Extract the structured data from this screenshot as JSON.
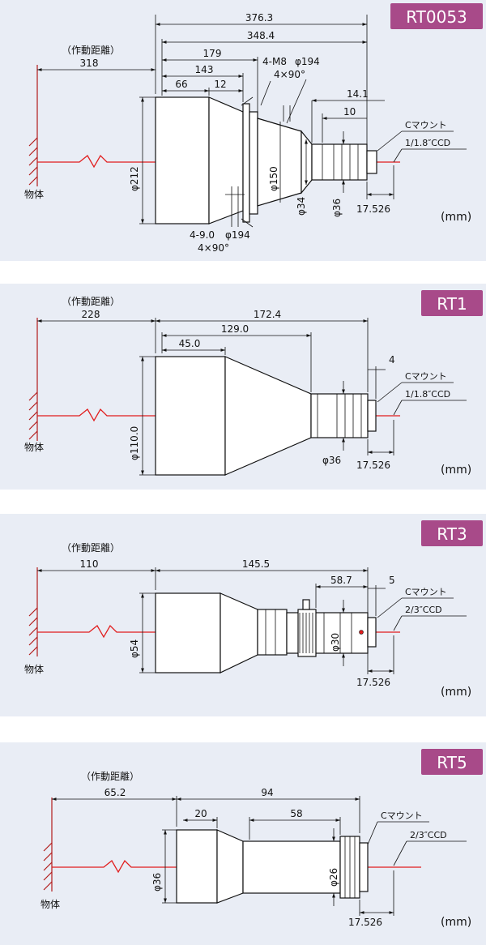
{
  "colors": {
    "panel_bg": "#e9edf5",
    "tag_bg": "#a84a89",
    "axis": "#e11d1d"
  },
  "common": {
    "working_distance": "（作動距離）",
    "object": "物体",
    "unit": "(mm)",
    "c_mount": "Cマウント",
    "flange": "17.526"
  },
  "rt0053": {
    "tag": "RT0053",
    "wd": "318",
    "d1": "376.3",
    "d2": "348.4",
    "d3": "179",
    "d4": "143",
    "d5": "66",
    "d6": "12",
    "m8": "4-M8",
    "m8_ang": "4×90°",
    "phi194_top": "φ194",
    "d_14": "14.1",
    "d_10": "10",
    "ccd": "1/1.8″CCD",
    "phi212": "φ212",
    "phi150": "φ150",
    "phi34": "φ34",
    "phi36": "φ36",
    "holes": "4-9.0",
    "holes_ang": "4×90°",
    "phi194_bot": "φ194"
  },
  "rt1": {
    "tag": "RT1",
    "wd": "228",
    "d1": "172.4",
    "d2": "129.0",
    "d3": "45.0",
    "d4": "4",
    "ccd": "1/1.8″CCD",
    "phi110": "φ110.0",
    "phi36": "φ36"
  },
  "rt3": {
    "tag": "RT3",
    "wd": "110",
    "d1": "145.5",
    "d2": "58.7",
    "d3": "5",
    "ccd": "2/3″CCD",
    "phi54": "φ54",
    "phi30": "φ30"
  },
  "rt5": {
    "tag": "RT5",
    "wd": "65.2",
    "d1": "94",
    "d2": "20",
    "d3": "58",
    "ccd": "2/3″CCD",
    "phi36": "φ36",
    "phi26": "φ26"
  }
}
